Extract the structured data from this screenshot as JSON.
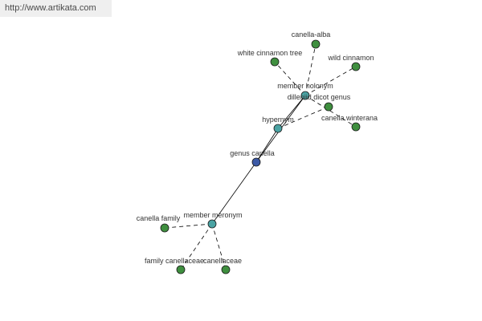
{
  "watermark": "http://www.artikata.com",
  "colors": {
    "center": "#3c5aa6",
    "relation": "#4aa3a3",
    "leaf": "#3f8f3f"
  },
  "nodes": {
    "genus_canella": "genus canella",
    "hypernym": "hypernym",
    "member_holonym": "member holonym",
    "dilleniid_dicot_genus": "dilleniid dicot genus",
    "canella_alba": "canella-alba",
    "white_cinnamon_tree": "white cinnamon tree",
    "wild_cinnamon": "wild cinnamon",
    "canella_winterana": "canella winterana",
    "member_meronym": "member meronym",
    "canella_family": "canella family",
    "family_canellaceae": "family canellaceae",
    "canellaceae": "canellaceae"
  }
}
